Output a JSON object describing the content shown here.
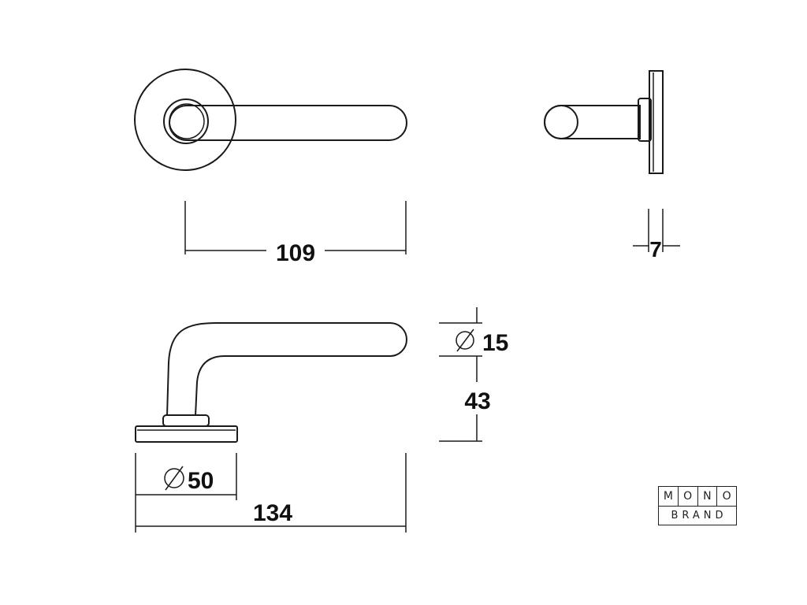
{
  "dimensions": {
    "top_view_length": "109",
    "side_view_rose_thickness": "7",
    "handle_diameter": "15",
    "handle_height": "43",
    "rose_diameter": "50",
    "overall_length": "134"
  },
  "logo": {
    "letters_top": [
      "M",
      "O",
      "N",
      "O"
    ],
    "bottom": "BRAND"
  },
  "colors": {
    "line": "#1a1a1a",
    "background": "#ffffff"
  }
}
